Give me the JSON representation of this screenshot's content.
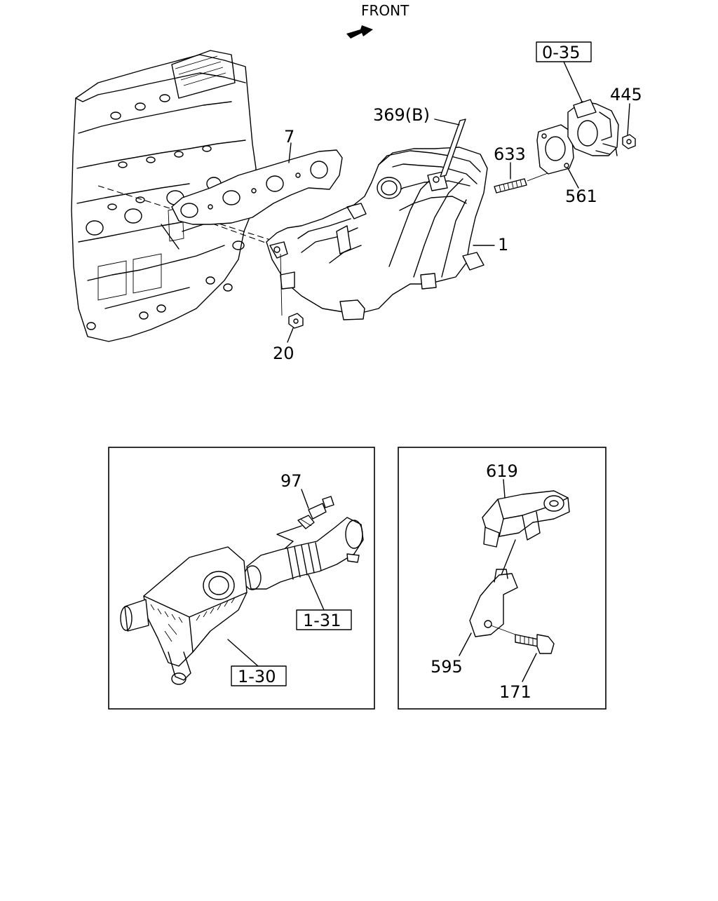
{
  "diagram": {
    "direction_label": "FRONT",
    "callouts": {
      "c_0_35": "0-35",
      "c_445": "445",
      "c_369b": "369(B)",
      "c_7": "7",
      "c_633": "633",
      "c_561": "561",
      "c_1": "1",
      "c_20": "20",
      "c_97": "97",
      "c_1_31": "1-31",
      "c_1_30": "1-30",
      "c_619": "619",
      "c_595": "595",
      "c_171": "171"
    },
    "icons": {
      "front_arrow": "arrow-icon"
    }
  }
}
